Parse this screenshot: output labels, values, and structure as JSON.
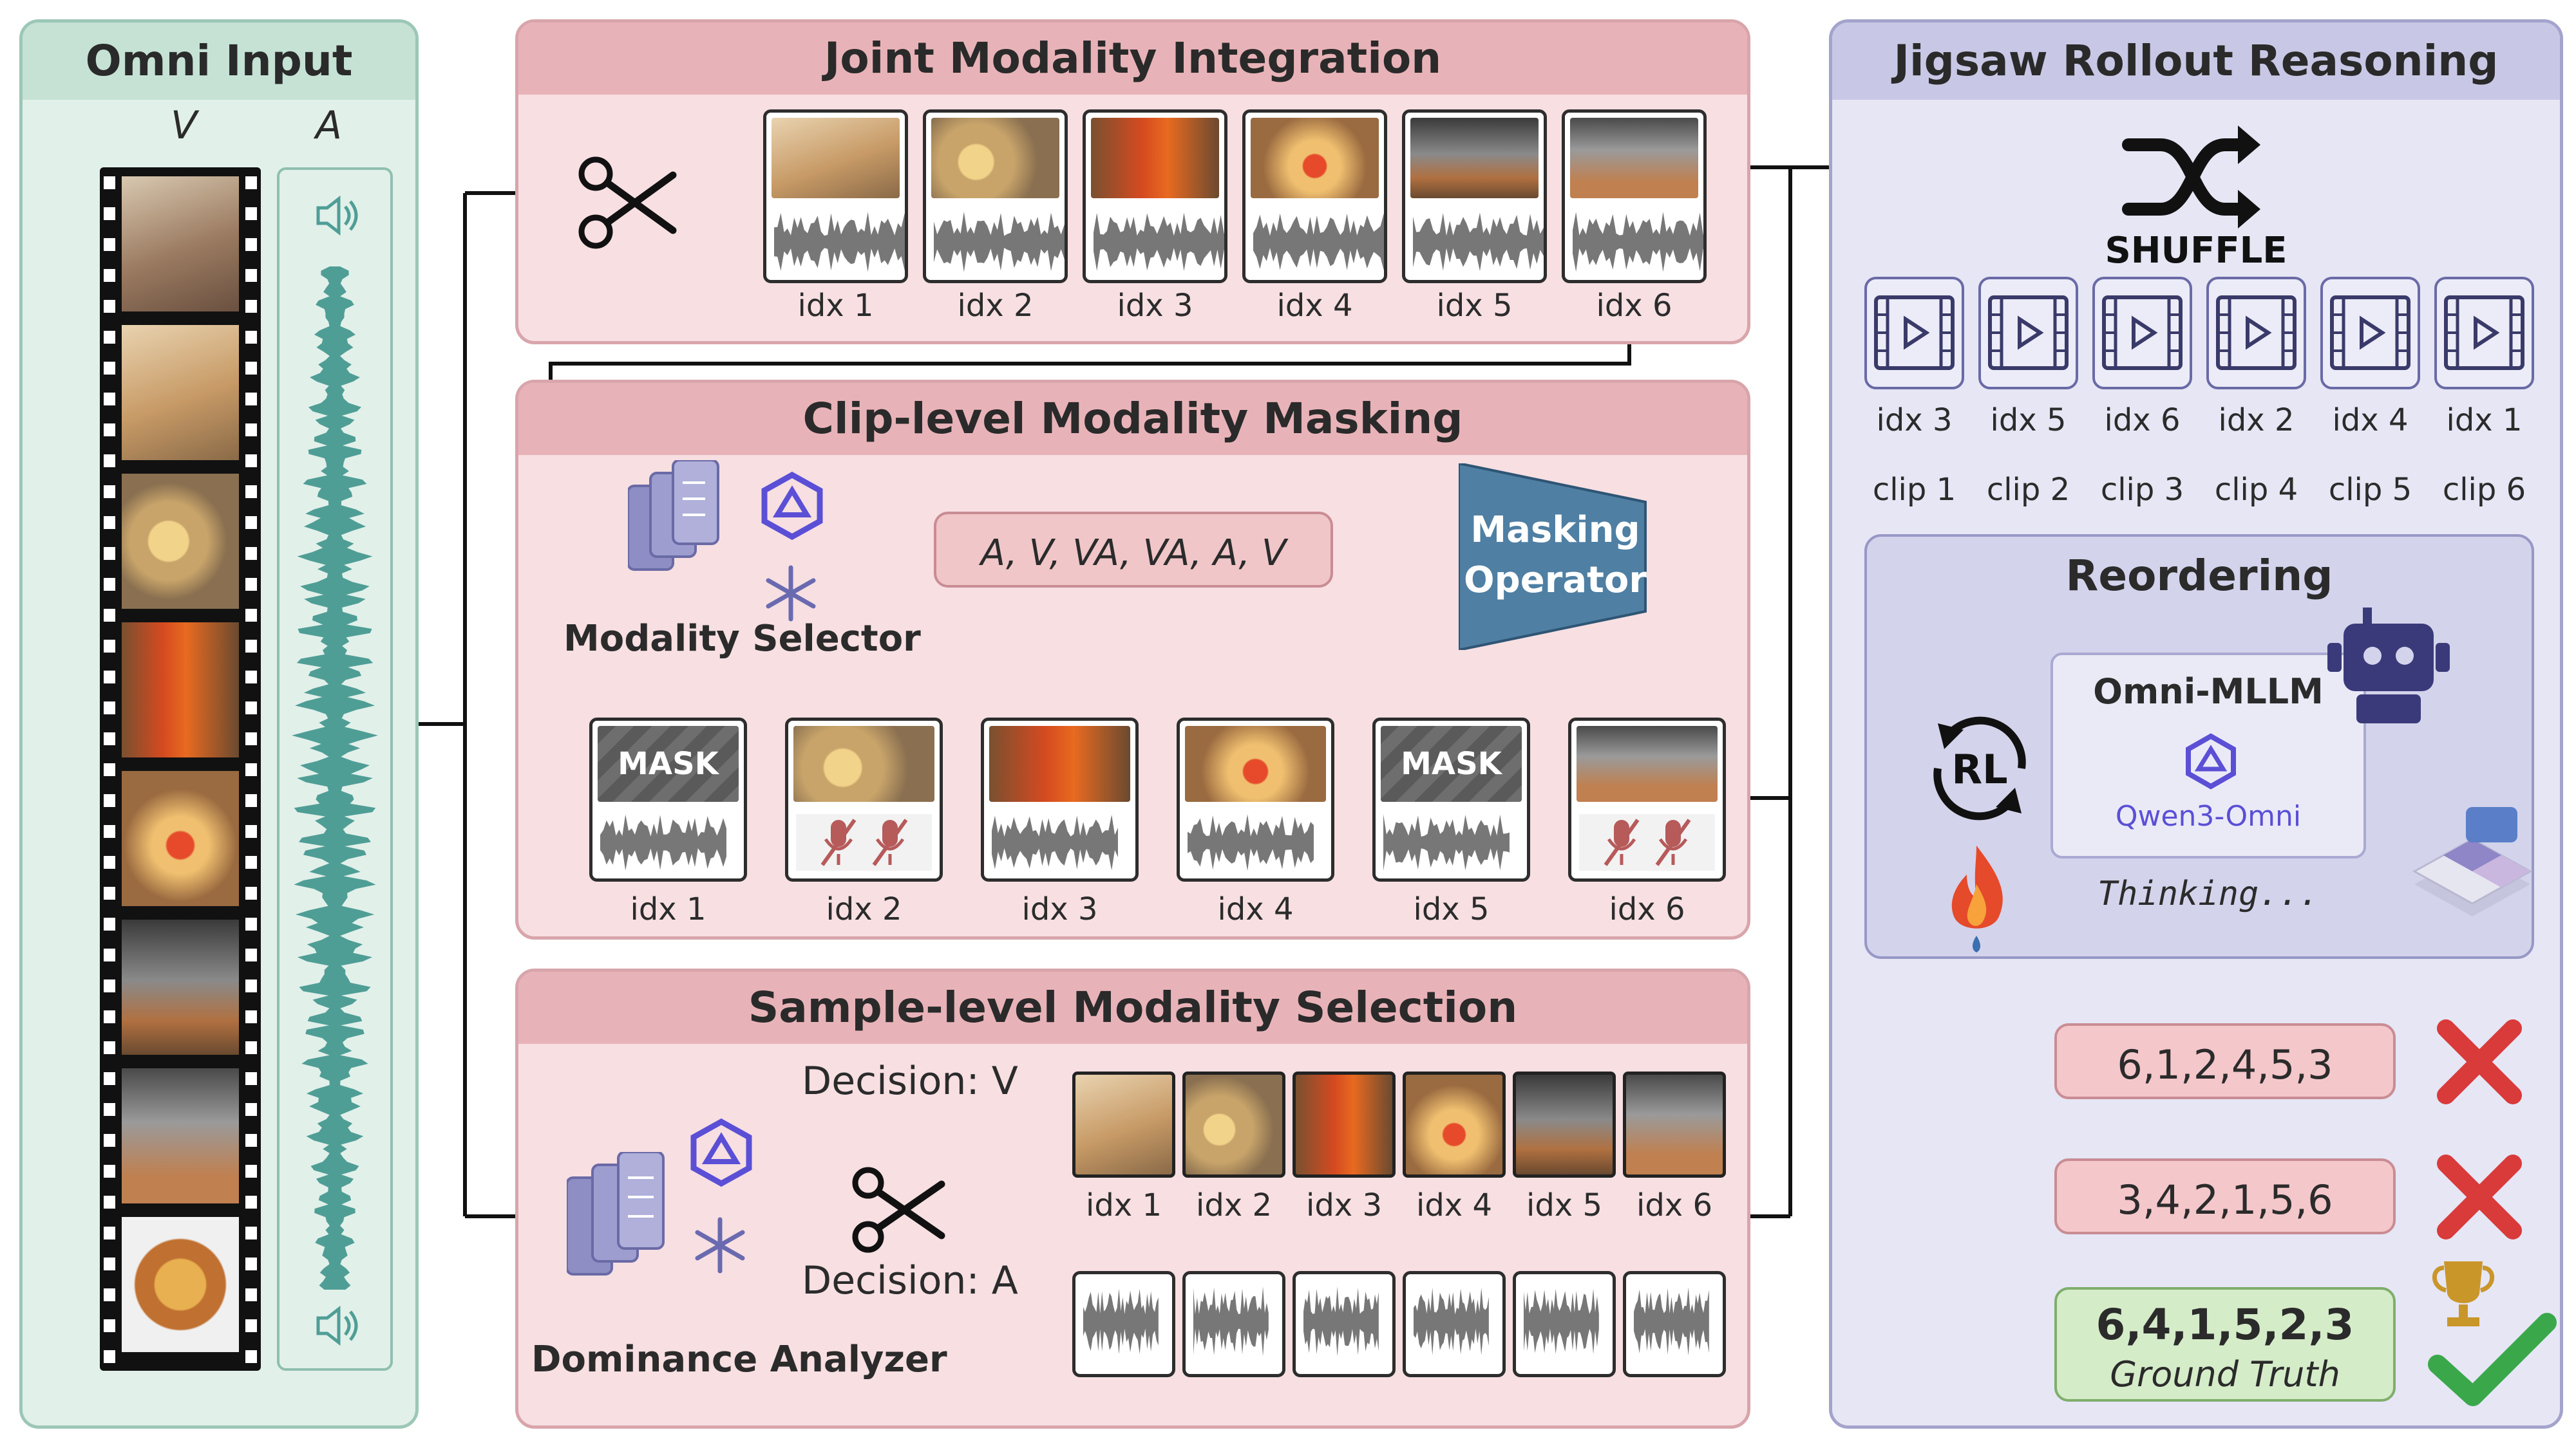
{
  "omni_input": {
    "title": "Omni Input",
    "v_label": "V",
    "a_label": "A"
  },
  "joint": {
    "title": "Joint Modality Integration",
    "clips": [
      "idx 1",
      "idx 2",
      "idx 3",
      "idx 4",
      "idx 5",
      "idx 6"
    ]
  },
  "masking": {
    "title": "Clip-level Modality Masking",
    "selector_label": "Modality Selector",
    "sequence": "A, V, VA, VA, A, V",
    "operator_label": "Masking Operator",
    "mask_text": "MASK",
    "clips": [
      "idx 1",
      "idx 2",
      "idx 3",
      "idx 4",
      "idx 5",
      "idx 6"
    ]
  },
  "selection": {
    "title": "Sample-level Modality Selection",
    "decision_v": "Decision: V",
    "decision_a": "Decision: A",
    "analyzer_label": "Dominance Analyzer",
    "clips": [
      "idx 1",
      "idx 2",
      "idx 3",
      "idx 4",
      "idx 5",
      "idx 6"
    ]
  },
  "jigsaw": {
    "title": "Jigsaw Rollout Reasoning",
    "shuffle_label": "SHUFFLE",
    "shuffled_idx": [
      "idx 3",
      "idx 5",
      "idx 6",
      "idx 2",
      "idx 4",
      "idx 1"
    ],
    "clip_labels": [
      "clip 1",
      "clip 2",
      "clip 3",
      "clip 4",
      "clip 5",
      "clip 6"
    ],
    "reordering_title": "Reordering",
    "model_name": "Omni-MLLM",
    "model_sub": "Qwen3-Omni",
    "rl_label": "RL",
    "thinking": "Thinking...",
    "answers": [
      "6,1,2,4,5,3",
      "3,4,2,1,5,6"
    ],
    "ground_truth_value": "6,4,1,5,2,3",
    "ground_truth_label": "Ground Truth"
  },
  "colors": {
    "pink_panel": "#f7dfe2",
    "purple_panel": "#e6e6f5",
    "green_panel": "#e2f0ea",
    "cross_red": "#d93a3a",
    "check_green": "#3aa84a",
    "wave_teal": "#4f9e96",
    "masking_operator": "#4f7fa3"
  },
  "icons": [
    "scissors-icon",
    "speaker-icon",
    "shuffle-icon",
    "qwen-logo-icon",
    "snowflake-icon",
    "robot-icon",
    "fire-icon",
    "trophy-icon",
    "cross-icon",
    "check-icon",
    "microphone-muted-icon",
    "video-clip-icon",
    "puzzle-icon"
  ]
}
